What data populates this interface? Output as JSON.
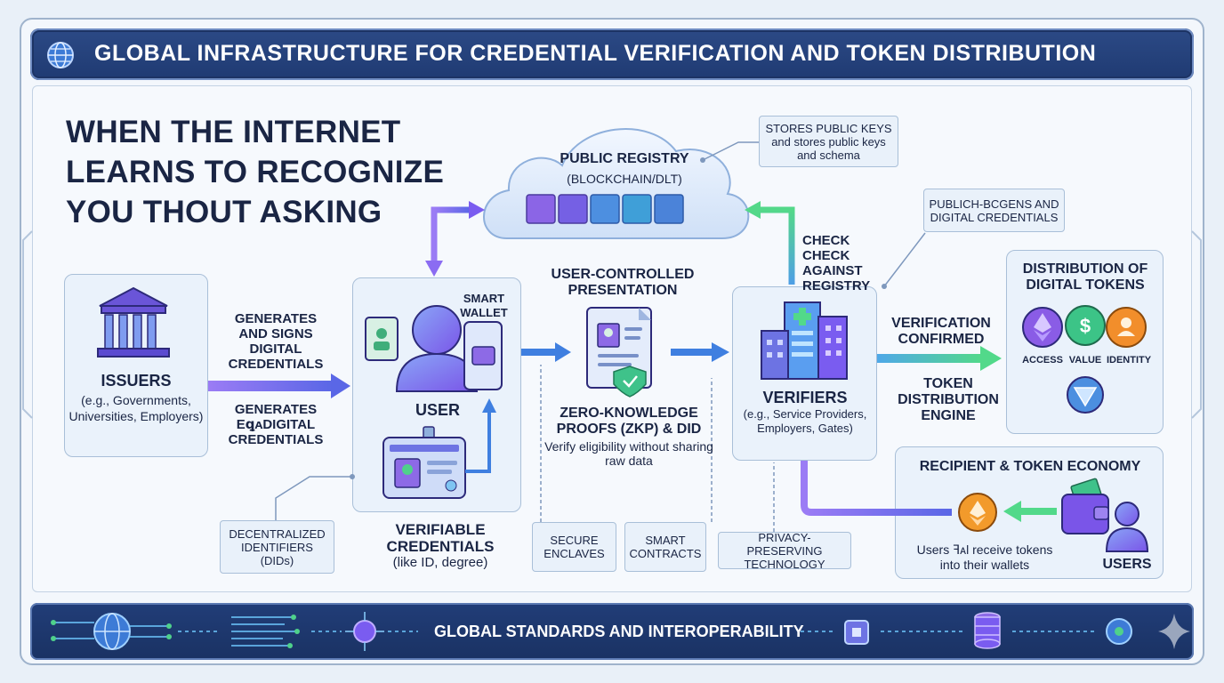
{
  "header": {
    "title": "GLOBAL INFRASTRUCTURE FOR CREDENTIAL VERIFICATION AND TOKEN DISTRIBUTION"
  },
  "headline": [
    "WHEN THE INTERNET",
    "LEARNS TO RECOGNIZE",
    "YOU THOUT ASKING"
  ],
  "registry": {
    "title": "PUBLIC REGISTRY",
    "subtitle": "(BLOCKCHAIN/DLT)",
    "callout_title": "STORES PUBLIC KEYS",
    "callout_body": "and stores public keys and schema",
    "publish_note": "PUBLICH-BCGENS AND DIGITAL CREDENTIALS"
  },
  "issuers": {
    "title": "ISSUERS",
    "examples": "(e.g., Governments, Universities, Employers)",
    "action1": "GENERATES AND SIGNS DIGITAL CREDENTIALS",
    "action2": "GENERATES ЕꝗᴀDIGITAL CREDENTIALS"
  },
  "user": {
    "title": "USER",
    "wallet": "SMART WALLET",
    "vc_title": "VERIFIABLE CREDENTIALS",
    "vc_note": "(like ID, degree)"
  },
  "presentation": {
    "title": "USER-CONTROLLED PRESENTATION",
    "zkp_title": "ZERO-KNOWLEDGE PROOFS (ZKP) & DID",
    "zkp_note": "Verify eligibility without sharing raw data"
  },
  "verifiers": {
    "check": "CHECK CHECK AGAINST REGISTRY",
    "title": "VERIFIERS",
    "examples": "(e.g., Service Providers, Employers, Gates)",
    "confirmed": "VERIFICATION CONFIRMED",
    "engine": "TOKEN DISTRIBUTION ENGINE"
  },
  "distribution": {
    "title": "DISTRIBUTION OF DIGITAL TOKENS",
    "tokens": [
      "ACCESS",
      "VALUE",
      "IDENTITY"
    ]
  },
  "economy": {
    "title": "RECIPIENT & TOKEN ECONOMY",
    "note": "Users ꟻᴀl receive tokens into their wallets",
    "users": "USERS"
  },
  "tags": {
    "did": "DECENTRALIZED IDENTIFIERS (DIDs)",
    "enclaves": "SECURE ENCLAVES",
    "contracts": "SMART CONTRACTS",
    "privacy": "PRIVACY-PRESERVING TECHNOLOGY"
  },
  "footer": {
    "title": "GLOBAL STANDARDS AND INTEROPERABILITY"
  },
  "colors": {
    "navy": "#1f3a72",
    "purple": "#7a5cf0",
    "blue": "#3f7fe0",
    "green": "#4fd18b",
    "text": "#1a2544"
  }
}
